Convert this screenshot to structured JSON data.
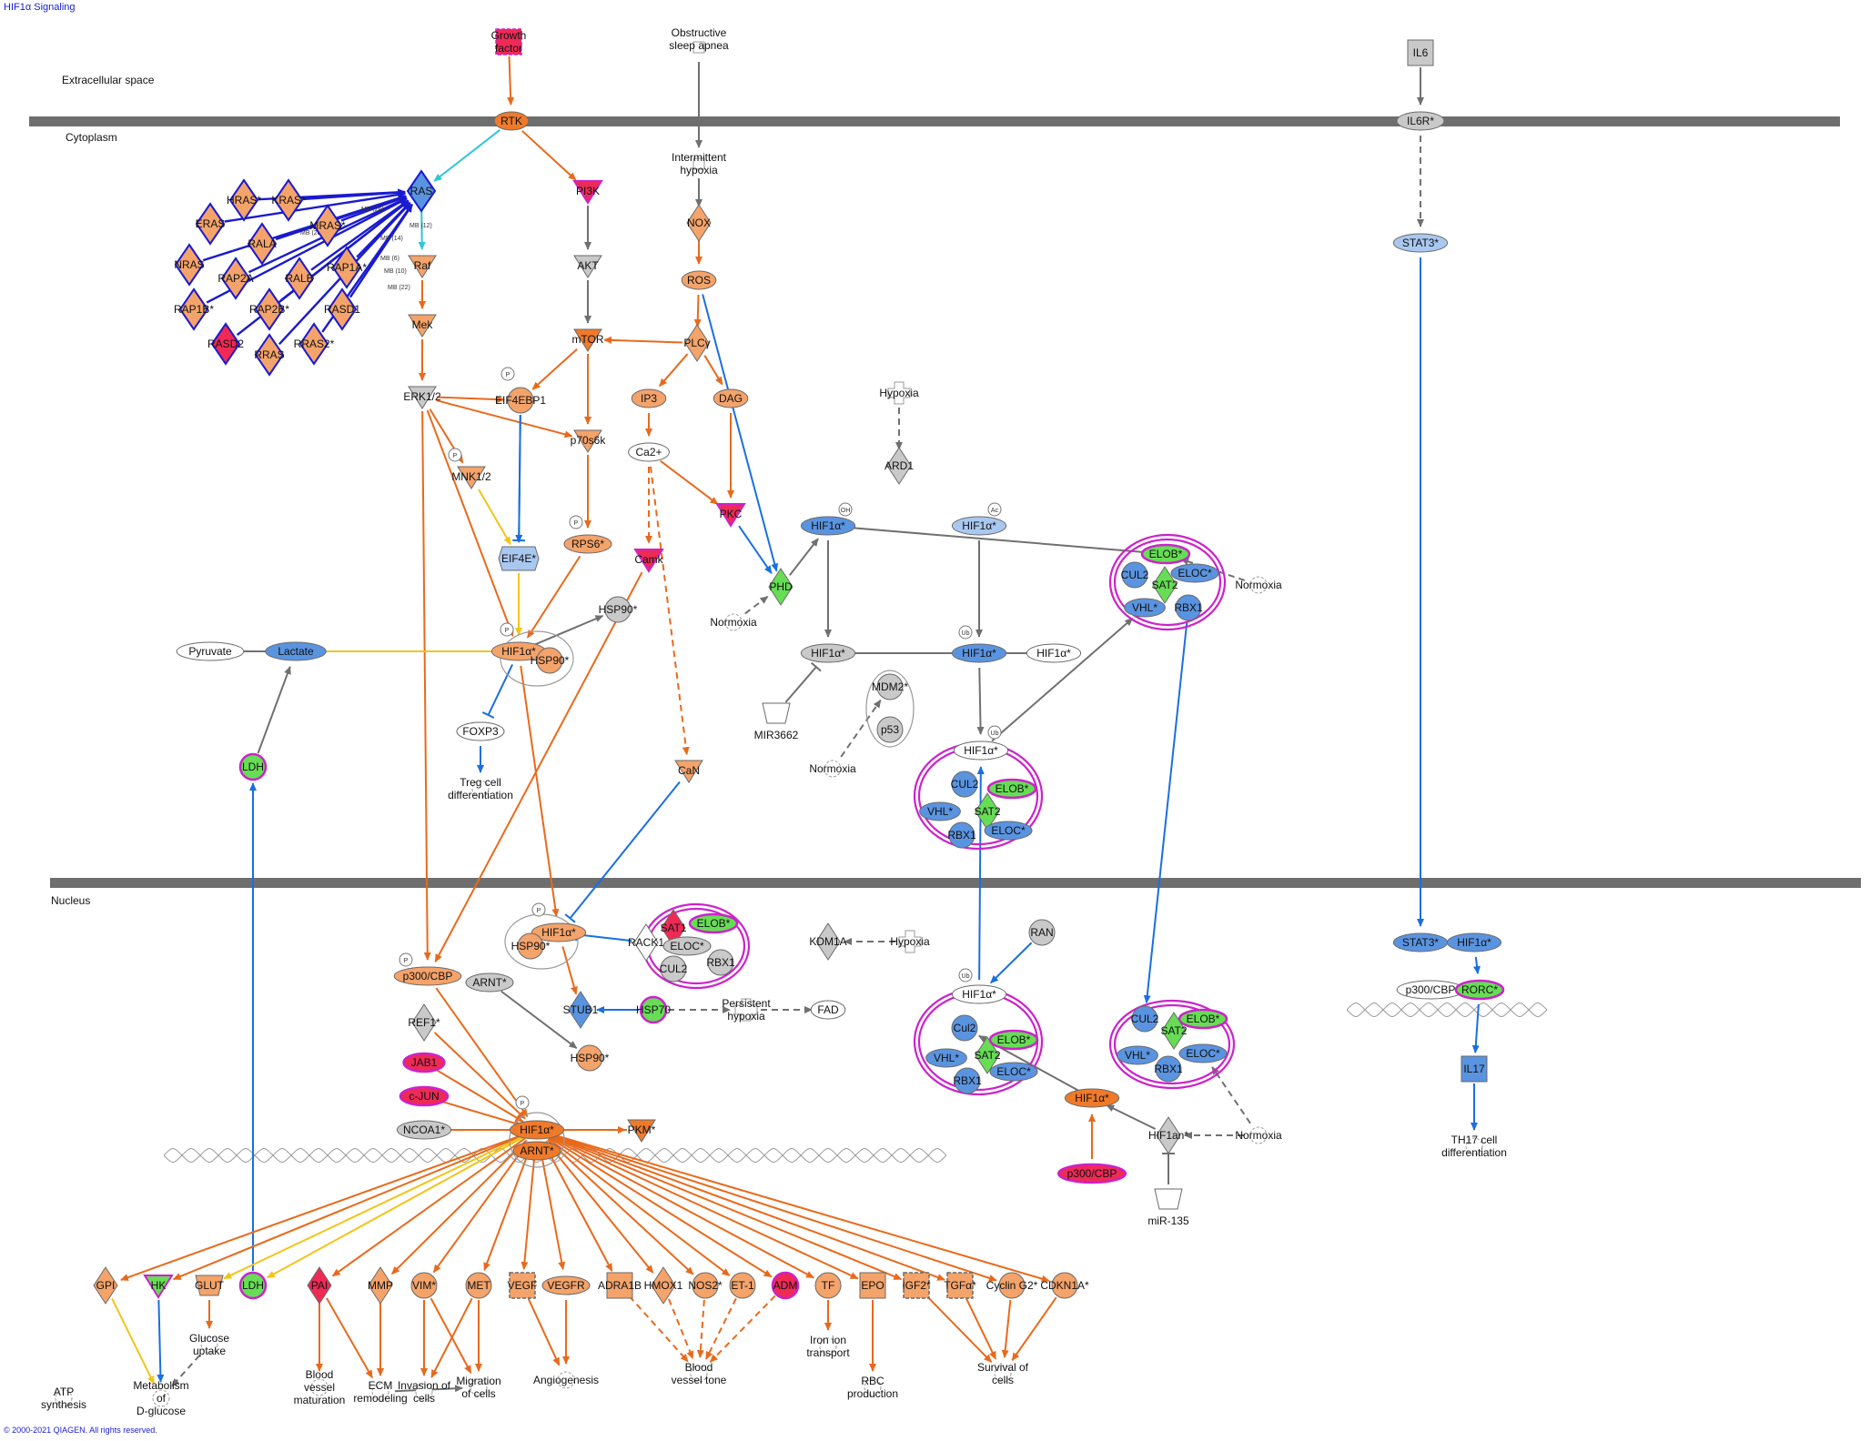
{
  "title": "HIF1α Signaling",
  "copyright": "© 2000-2021 QIAGEN. All rights reserved.",
  "compartments": {
    "extracellular": "Extracellular space",
    "cytoplasm": "Cytoplasm",
    "nucleus": "Nucleus"
  },
  "colors": {
    "up": "#f4a36a",
    "up_strong": "#ef7a2a",
    "up_red": "#ee2a55",
    "down": "#5a94e0",
    "down_light": "#a9c8f0",
    "green": "#66dd55",
    "gray": "#c9c9c9",
    "magenta_outline": "#cc22cc",
    "arrow_orange": "#e9691b",
    "arrow_blue": "#1a6fe0",
    "arrow_cyan": "#2fc5d8",
    "arrow_yellow": "#f2c419",
    "arrow_gray": "#707070",
    "ras_blue": "#1a1ad0"
  },
  "nodes": [
    {
      "id": "growth_factor",
      "label": "Growth factor",
      "shape": "square-dashed",
      "color": "up_red"
    },
    {
      "id": "osa",
      "label": "Obstructive sleep apnea",
      "shape": "rect-white"
    },
    {
      "id": "il6",
      "label": "IL6",
      "shape": "square",
      "color": "gray"
    },
    {
      "id": "rtk",
      "label": "RTK",
      "shape": "ellipse",
      "color": "up_strong"
    },
    {
      "id": "il6r",
      "label": "IL6R*",
      "shape": "ellipse",
      "color": "gray"
    },
    {
      "id": "ras",
      "label": "RAS",
      "shape": "diamond",
      "color": "down"
    },
    {
      "id": "hras",
      "label": "HRAS*",
      "shape": "diamond",
      "color": "up"
    },
    {
      "id": "kras",
      "label": "KRAS*",
      "shape": "diamond",
      "color": "up"
    },
    {
      "id": "eras",
      "label": "ERAS",
      "shape": "diamond",
      "color": "up"
    },
    {
      "id": "mras",
      "label": "MRAS*",
      "shape": "diamond",
      "color": "up"
    },
    {
      "id": "rala",
      "label": "RALA",
      "shape": "diamond",
      "color": "up"
    },
    {
      "id": "nras",
      "label": "NRAS",
      "shape": "diamond",
      "color": "up"
    },
    {
      "id": "rap2a",
      "label": "RAP2A",
      "shape": "diamond",
      "color": "up"
    },
    {
      "id": "ralb",
      "label": "RALB",
      "shape": "diamond",
      "color": "up"
    },
    {
      "id": "rap1a",
      "label": "RAP1A*",
      "shape": "diamond",
      "color": "up"
    },
    {
      "id": "rap1b",
      "label": "RAP1B*",
      "shape": "diamond",
      "color": "up"
    },
    {
      "id": "rap2b",
      "label": "RAP2B*",
      "shape": "diamond",
      "color": "up"
    },
    {
      "id": "rasd1",
      "label": "RASD1",
      "shape": "diamond",
      "color": "up"
    },
    {
      "id": "rasd2",
      "label": "RASD2",
      "shape": "diamond",
      "color": "up_red"
    },
    {
      "id": "rras",
      "label": "RRAS",
      "shape": "diamond",
      "color": "up"
    },
    {
      "id": "rras2",
      "label": "RRAS2*",
      "shape": "diamond",
      "color": "up"
    },
    {
      "id": "raf",
      "label": "Raf",
      "shape": "triangle",
      "color": "up"
    },
    {
      "id": "mek",
      "label": "Mek",
      "shape": "triangle",
      "color": "up"
    },
    {
      "id": "erk",
      "label": "ERK1/2",
      "shape": "triangle",
      "color": "gray"
    },
    {
      "id": "pi3k",
      "label": "PI3K",
      "shape": "triangle",
      "color": "up_red"
    },
    {
      "id": "akt",
      "label": "AKT",
      "shape": "triangle",
      "color": "gray"
    },
    {
      "id": "mtor",
      "label": "mTOR",
      "shape": "triangle",
      "color": "up_strong"
    },
    {
      "id": "eif4ebp1",
      "label": "EIF4EBP1",
      "shape": "circle",
      "color": "up"
    },
    {
      "id": "p70s6k",
      "label": "p70s6k",
      "shape": "triangle",
      "color": "up"
    },
    {
      "id": "mnk",
      "label": "MNK1/2",
      "shape": "triangle",
      "color": "up"
    },
    {
      "id": "eif4e",
      "label": "EIF4E*",
      "shape": "hexagon",
      "color": "down_light"
    },
    {
      "id": "rps6",
      "label": "RPS6*",
      "shape": "ellipse",
      "color": "up"
    },
    {
      "id": "ih",
      "label": "Intermittent hypoxia",
      "shape": "rect-white"
    },
    {
      "id": "nox",
      "label": "NOX",
      "shape": "diamond",
      "color": "up"
    },
    {
      "id": "ros",
      "label": "ROS",
      "shape": "ellipse",
      "color": "up"
    },
    {
      "id": "plcy",
      "label": "PLCγ",
      "shape": "diamond",
      "color": "up"
    },
    {
      "id": "ip3",
      "label": "IP3",
      "shape": "ellipse",
      "color": "up"
    },
    {
      "id": "dag",
      "label": "DAG",
      "shape": "ellipse",
      "color": "up"
    },
    {
      "id": "ca2",
      "label": "Ca2+",
      "shape": "ellipse",
      "color": "white"
    },
    {
      "id": "pkc",
      "label": "PKC",
      "shape": "triangle",
      "color": "up_red"
    },
    {
      "id": "camk",
      "label": "Camk",
      "shape": "triangle",
      "color": "up_red"
    },
    {
      "id": "hsp90c",
      "label": "HSP90*",
      "shape": "circle",
      "color": "gray"
    },
    {
      "id": "phd",
      "label": "PHD",
      "shape": "diamond",
      "color": "green"
    },
    {
      "id": "normoxia1",
      "label": "Normoxia",
      "shape": "gear"
    },
    {
      "id": "hypoxia1",
      "label": "Hypoxia",
      "shape": "cross"
    },
    {
      "id": "ard1",
      "label": "ARD1",
      "shape": "diamond",
      "color": "gray"
    },
    {
      "id": "hif_oh",
      "label": "HIF1α*",
      "shape": "ellipse",
      "color": "down"
    },
    {
      "id": "hif_ac",
      "label": "HIF1α*",
      "shape": "ellipse",
      "color": "down_light"
    },
    {
      "id": "hif_mid",
      "label": "HIF1α*",
      "shape": "ellipse",
      "color": "gray"
    },
    {
      "id": "hif_ub",
      "label": "HIF1α*",
      "shape": "ellipse",
      "color": "down"
    },
    {
      "id": "hif_deg",
      "label": "HIF1α*",
      "shape": "ellipse",
      "color": "white"
    },
    {
      "id": "mir3662",
      "label": "MIR3662",
      "shape": "trapezoid"
    },
    {
      "id": "mdm2",
      "label": "MDM2*",
      "shape": "circle",
      "color": "gray"
    },
    {
      "id": "p53",
      "label": "p53",
      "shape": "circle",
      "color": "gray"
    },
    {
      "id": "normoxia2",
      "label": "Normoxia",
      "shape": "gear"
    },
    {
      "id": "normoxia3",
      "label": "Normoxia",
      "shape": "gear"
    },
    {
      "id": "normoxia4",
      "label": "Normoxia",
      "shape": "gear"
    },
    {
      "id": "pyruvate",
      "label": "Pyruvate",
      "shape": "ellipse",
      "color": "white"
    },
    {
      "id": "lactate",
      "label": "Lactate",
      "shape": "ellipse",
      "color": "down"
    },
    {
      "id": "ldh_c",
      "label": "LDH",
      "shape": "circle",
      "color": "green"
    },
    {
      "id": "hif_hsp90_c",
      "label": "HIF1α*",
      "shape": "ellipse",
      "color": "up"
    },
    {
      "id": "hsp90_cc",
      "label": "HSP90*",
      "shape": "circle",
      "color": "up"
    },
    {
      "id": "foxp3",
      "label": "FOXP3",
      "shape": "ellipse",
      "color": "white"
    },
    {
      "id": "treg",
      "label": "Treg cell differentiation",
      "shape": "gear"
    },
    {
      "id": "can",
      "label": "CaN",
      "shape": "triangle",
      "color": "up"
    },
    {
      "id": "stat3c",
      "label": "STAT3*",
      "shape": "ellipse",
      "color": "down_light"
    },
    {
      "id": "elob1",
      "label": "ELOB*",
      "shape": "ellipse",
      "color": "green"
    },
    {
      "id": "cul2_1",
      "label": "CUL2",
      "shape": "circle",
      "color": "down"
    },
    {
      "id": "sat2_1",
      "label": "SAT2",
      "shape": "diamond",
      "color": "green"
    },
    {
      "id": "eloc1",
      "label": "ELOC*",
      "shape": "ellipse",
      "color": "down"
    },
    {
      "id": "vhl1",
      "label": "VHL*",
      "shape": "ellipse",
      "color": "down"
    },
    {
      "id": "rbx1_1",
      "label": "RBX1",
      "shape": "circle",
      "color": "down"
    },
    {
      "id": "hif_vhl",
      "label": "HIF1α*",
      "shape": "ellipse",
      "color": "white"
    },
    {
      "id": "cul2_2",
      "label": "CUL2",
      "shape": "circle",
      "color": "down"
    },
    {
      "id": "elob2",
      "label": "ELOB*",
      "shape": "ellipse",
      "color": "green"
    },
    {
      "id": "vhl2",
      "label": "VHL*",
      "shape": "ellipse",
      "color": "down"
    },
    {
      "id": "sat2_2",
      "label": "SAT2",
      "shape": "diamond",
      "color": "green"
    },
    {
      "id": "rbx1_2",
      "label": "RBX1",
      "shape": "circle",
      "color": "down"
    },
    {
      "id": "eloc2",
      "label": "ELOC*",
      "shape": "ellipse",
      "color": "down"
    },
    {
      "id": "hif_hsp90_n",
      "label": "HIF1α*",
      "shape": "ellipse",
      "color": "up"
    },
    {
      "id": "hsp90_n",
      "label": "HSP90*",
      "shape": "circle",
      "color": "up"
    },
    {
      "id": "sat1",
      "label": "SAT1",
      "shape": "diamond",
      "color": "up_red"
    },
    {
      "id": "elob3",
      "label": "ELOB*",
      "shape": "ellipse",
      "color": "green"
    },
    {
      "id": "rack1",
      "label": "RACK1",
      "shape": "diamond",
      "color": "white"
    },
    {
      "id": "eloc3",
      "label": "ELOC*",
      "shape": "ellipse",
      "color": "gray"
    },
    {
      "id": "cul2_3",
      "label": "CUL2",
      "shape": "circle",
      "color": "gray"
    },
    {
      "id": "rbx1_3",
      "label": "RBX1",
      "shape": "circle",
      "color": "gray"
    },
    {
      "id": "kdm1a",
      "label": "KDM1A",
      "shape": "diamond",
      "color": "gray"
    },
    {
      "id": "hypoxia2",
      "label": "Hypoxia",
      "shape": "cross"
    },
    {
      "id": "hypoxia3",
      "label": "Persistent hypoxia",
      "shape": "cross"
    },
    {
      "id": "fad",
      "label": "FAD",
      "shape": "ellipse",
      "color": "white"
    },
    {
      "id": "arnt1",
      "label": "ARNT*",
      "shape": "ellipse",
      "color": "gray"
    },
    {
      "id": "stub1",
      "label": "STUB1",
      "shape": "diamond",
      "color": "down"
    },
    {
      "id": "hsp70",
      "label": "HSP70",
      "shape": "circle",
      "color": "green"
    },
    {
      "id": "hsp90_n2",
      "label": "HSP90*",
      "shape": "circle",
      "color": "up"
    },
    {
      "id": "p300_1",
      "label": "p300/CBP",
      "shape": "ellipse",
      "color": "up"
    },
    {
      "id": "ref1",
      "label": "REF1*",
      "shape": "diamond",
      "color": "gray"
    },
    {
      "id": "jab1",
      "label": "JAB1",
      "shape": "ellipse",
      "color": "up_red"
    },
    {
      "id": "cjun",
      "label": "c-JUN",
      "shape": "ellipse",
      "color": "up_red"
    },
    {
      "id": "ncoa1",
      "label": "NCOA1*",
      "shape": "ellipse",
      "color": "gray"
    },
    {
      "id": "hif_arnt",
      "label": "HIF1α*",
      "shape": "ellipse",
      "color": "up_strong"
    },
    {
      "id": "arnt_c",
      "label": "ARNT*",
      "shape": "ellipse",
      "color": "up_strong"
    },
    {
      "id": "pkm",
      "label": "PKM*",
      "shape": "triangle",
      "color": "up_strong"
    },
    {
      "id": "ran",
      "label": "RAN",
      "shape": "circle",
      "color": "gray"
    },
    {
      "id": "hif_vhl2",
      "label": "HIF1α*",
      "shape": "ellipse",
      "color": "white"
    },
    {
      "id": "cul2_4",
      "label": "Cul2",
      "shape": "circle",
      "color": "down"
    },
    {
      "id": "vhl4",
      "label": "VHL*",
      "shape": "ellipse",
      "color": "down"
    },
    {
      "id": "sat2_4",
      "label": "SAT2",
      "shape": "diamond",
      "color": "green"
    },
    {
      "id": "elob4",
      "label": "ELOB*",
      "shape": "ellipse",
      "color": "green"
    },
    {
      "id": "rbx1_4",
      "label": "RBX1",
      "shape": "circle",
      "color": "down"
    },
    {
      "id": "eloc4",
      "label": "ELOC*",
      "shape": "ellipse",
      "color": "down"
    },
    {
      "id": "cul2_5",
      "label": "CUL2",
      "shape": "circle",
      "color": "down"
    },
    {
      "id": "elob5",
      "label": "ELOB*",
      "shape": "ellipse",
      "color": "green"
    },
    {
      "id": "sat2_5",
      "label": "SAT2",
      "shape": "diamond",
      "color": "green"
    },
    {
      "id": "vhl5",
      "label": "VHL*",
      "shape": "ellipse",
      "color": "down"
    },
    {
      "id": "eloc5",
      "label": "ELOC*",
      "shape": "ellipse",
      "color": "down"
    },
    {
      "id": "rbx1_5",
      "label": "RBX1",
      "shape": "circle",
      "color": "down"
    },
    {
      "id": "hif_n",
      "label": "HIF1α*",
      "shape": "ellipse",
      "color": "up_strong"
    },
    {
      "id": "hif1an",
      "label": "HIF1an*",
      "shape": "diamond",
      "color": "gray"
    },
    {
      "id": "p300_2",
      "label": "p300/CBP",
      "shape": "ellipse",
      "color": "up_red"
    },
    {
      "id": "mir135",
      "label": "miR-135",
      "shape": "trapezoid"
    },
    {
      "id": "stat3n",
      "label": "STAT3*",
      "shape": "ellipse",
      "color": "down"
    },
    {
      "id": "hif_th",
      "label": "HIF1α*",
      "shape": "ellipse",
      "color": "down"
    },
    {
      "id": "p300_3",
      "label": "p300/CBP",
      "shape": "ellipse",
      "color": "white"
    },
    {
      "id": "rorc",
      "label": "RORC*",
      "shape": "ellipse",
      "color": "green"
    },
    {
      "id": "il17",
      "label": "IL17",
      "shape": "square",
      "color": "down"
    },
    {
      "id": "th17",
      "label": "TH17 cell differentiation",
      "shape": "gear"
    },
    {
      "id": "gpi",
      "label": "GPI",
      "shape": "diamond",
      "color": "up"
    },
    {
      "id": "hk",
      "label": "HK",
      "shape": "triangle",
      "color": "green"
    },
    {
      "id": "glut",
      "label": "GLUT",
      "shape": "trapezoid",
      "color": "up"
    },
    {
      "id": "ldh_n",
      "label": "LDH",
      "shape": "circle",
      "color": "green"
    },
    {
      "id": "pai",
      "label": "PAI",
      "shape": "diamond",
      "color": "up_red"
    },
    {
      "id": "mmp",
      "label": "MMP",
      "shape": "diamond",
      "color": "up"
    },
    {
      "id": "vim",
      "label": "VIM*",
      "shape": "circle",
      "color": "up"
    },
    {
      "id": "met",
      "label": "MET",
      "shape": "circle",
      "color": "up"
    },
    {
      "id": "vegf",
      "label": "VEGF",
      "shape": "square-dashed",
      "color": "up"
    },
    {
      "id": "vegfr",
      "label": "VEGFR",
      "shape": "ellipse",
      "color": "up"
    },
    {
      "id": "adra1b",
      "label": "ADRA1B",
      "shape": "square",
      "color": "up"
    },
    {
      "id": "hmox1",
      "label": "HMOX1",
      "shape": "diamond",
      "color": "up"
    },
    {
      "id": "nos2",
      "label": "NOS2*",
      "shape": "circle",
      "color": "up"
    },
    {
      "id": "et1",
      "label": "ET-1",
      "shape": "circle",
      "color": "up"
    },
    {
      "id": "adm",
      "label": "ADM",
      "shape": "circle",
      "color": "up_red"
    },
    {
      "id": "tf",
      "label": "TF",
      "shape": "circle",
      "color": "up"
    },
    {
      "id": "epo",
      "label": "EPO",
      "shape": "square",
      "color": "up"
    },
    {
      "id": "igf2",
      "label": "IGF2*",
      "shape": "square-dashed",
      "color": "up"
    },
    {
      "id": "tgfa",
      "label": "TGFα*",
      "shape": "square-dashed",
      "color": "up"
    },
    {
      "id": "cycling2",
      "label": "Cyclin G2*",
      "shape": "circle",
      "color": "up"
    },
    {
      "id": "cdkn1a",
      "label": "CDKN1A*",
      "shape": "circle",
      "color": "up"
    },
    {
      "id": "glucose_uptake",
      "label": "Glucose uptake",
      "shape": "gear"
    },
    {
      "id": "atp",
      "label": "ATP synthesis",
      "shape": "gear"
    },
    {
      "id": "metab",
      "label": "Metabolism of D-glucose",
      "shape": "gear"
    },
    {
      "id": "bvm",
      "label": "Blood vessel maturation",
      "shape": "gear"
    },
    {
      "id": "ecm",
      "label": "ECM remodeling",
      "shape": "gear"
    },
    {
      "id": "invasion",
      "label": "Invasion of cells",
      "shape": "gear"
    },
    {
      "id": "migration",
      "label": "Migration of cells",
      "shape": "gear"
    },
    {
      "id": "angio",
      "label": "Angiogenesis",
      "shape": "gear"
    },
    {
      "id": "bvt",
      "label": "Blood vessel tone",
      "shape": "gear"
    },
    {
      "id": "iron",
      "label": "Iron ion transport",
      "shape": "gear"
    },
    {
      "id": "rbc",
      "label": "RBC production",
      "shape": "gear"
    },
    {
      "id": "survival",
      "label": "Survival of cells",
      "shape": "gear"
    }
  ],
  "edge_labels": [
    "MB (26)",
    "MB (12)",
    "MB (20)",
    "MB (14)",
    "MB (6)",
    "MB (10)",
    "MB (22)"
  ],
  "modifiers": {
    "p": "P",
    "oh": "OH",
    "ac": "Ac",
    "ub": "Ub"
  }
}
